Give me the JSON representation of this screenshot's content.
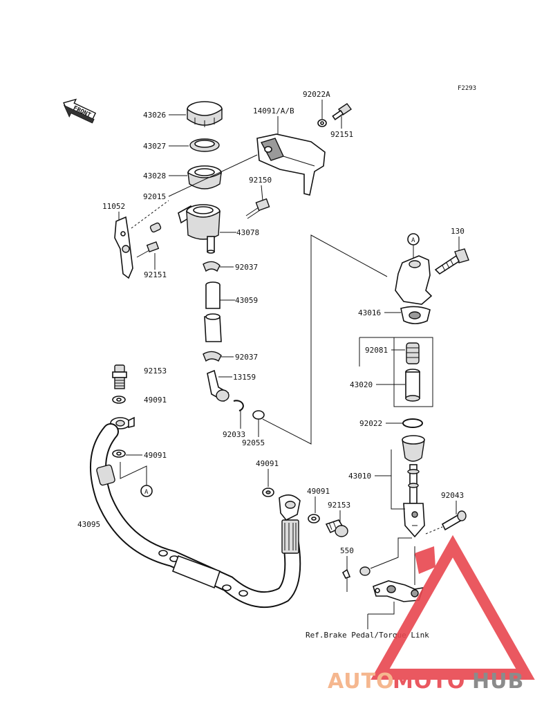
{
  "figure_code": "F2293",
  "front_arrow_label": "FRONT",
  "parts": {
    "cap": "43026",
    "diaphragm_plate": "43027",
    "diaphragm": "43028",
    "screw_reservoir": "92015",
    "cover": "14091/A/B",
    "washer_top": "92022A",
    "bolt_top": "92151",
    "bolt_mid": "92150",
    "bracket": "11052",
    "reservoir": "43078",
    "bolt_bracket": "92151",
    "clamp_upper": "92037",
    "hose": "43059",
    "clamp_lower": "92037",
    "fitting": "13159",
    "circlip": "92033",
    "o_ring": "92055",
    "banjo_bolt_left": "92153",
    "gasket_left_top": "49091",
    "gasket_left_bottom": "49091",
    "brake_hose": "43095",
    "gasket_right_top": "49091",
    "gasket_right_bottom": "49091",
    "banjo_bolt_right": "92153",
    "cotter_pin": "550",
    "bolt_130": "130",
    "master_cylinder_body": "43016",
    "spring": "92081",
    "piston_assy": "43020",
    "washer_92022": "92022",
    "push_rod_assy": "43010",
    "pin_92043": "92043"
  },
  "ref_note": "Ref.Brake Pedal/Torque Link",
  "callout_marker": "A",
  "watermark": {
    "part1": "AUTO",
    "part2": "MOTO",
    "part3": "HUB",
    "color1": "#f5b083",
    "color2": "#e8474f",
    "color3": "#7f7f7f"
  }
}
